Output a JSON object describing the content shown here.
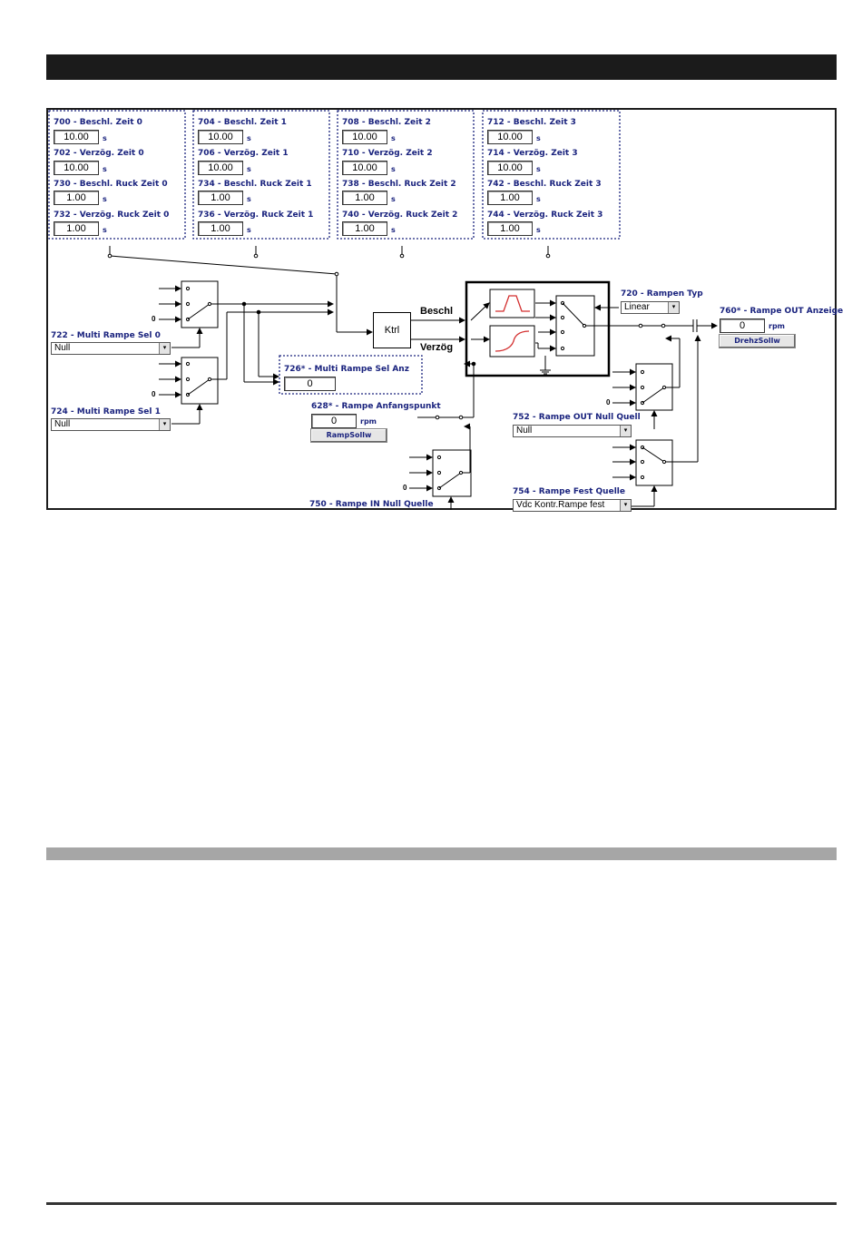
{
  "groups": [
    {
      "items": [
        {
          "label": "700 - Beschl. Zeit 0",
          "value": "10.00",
          "unit": "s"
        },
        {
          "label": "702 - Verzög. Zeit 0",
          "value": "10.00",
          "unit": "s"
        },
        {
          "label": "730 - Beschl. Ruck Zeit 0",
          "value": "1.00",
          "unit": "s"
        },
        {
          "label": "732 - Verzög. Ruck Zeit 0",
          "value": "1.00",
          "unit": "s"
        }
      ]
    },
    {
      "items": [
        {
          "label": "704 - Beschl. Zeit 1",
          "value": "10.00",
          "unit": "s"
        },
        {
          "label": "706 - Verzög. Zeit 1",
          "value": "10.00",
          "unit": "s"
        },
        {
          "label": "734 - Beschl. Ruck Zeit 1",
          "value": "1.00",
          "unit": "s"
        },
        {
          "label": "736 - Verzög. Ruck Zeit 1",
          "value": "1.00",
          "unit": "s"
        }
      ]
    },
    {
      "items": [
        {
          "label": "708 - Beschl. Zeit 2",
          "value": "10.00",
          "unit": "s"
        },
        {
          "label": "710 - Verzög. Zeit 2",
          "value": "10.00",
          "unit": "s"
        },
        {
          "label": "738 - Beschl. Ruck Zeit 2",
          "value": "1.00",
          "unit": "s"
        },
        {
          "label": "740 - Verzög. Ruck Zeit 2",
          "value": "1.00",
          "unit": "s"
        }
      ]
    },
    {
      "items": [
        {
          "label": "712 - Beschl. Zeit 3",
          "value": "10.00",
          "unit": "s"
        },
        {
          "label": "714 - Verzög. Zeit 3",
          "value": "10.00",
          "unit": "s"
        },
        {
          "label": "742 - Beschl. Ruck Zeit 3",
          "value": "1.00",
          "unit": "s"
        },
        {
          "label": "744 - Verzög. Ruck Zeit 3",
          "value": "1.00",
          "unit": "s"
        }
      ]
    }
  ],
  "multi_sel_0": {
    "label": "722 - Multi Rampe Sel 0",
    "value": "Null"
  },
  "multi_sel_1": {
    "label": "724 - Multi Rampe Sel 1",
    "value": "Null"
  },
  "multi_sel_anz": {
    "label": "726* - Multi Rampe Sel Anz",
    "value": "0"
  },
  "ktrl": {
    "label": "Ktrl"
  },
  "signals": {
    "beschl": "Beschl",
    "verzoeg": "Verzög"
  },
  "rampen_typ": {
    "label": "720 - Rampen Typ",
    "value": "Linear"
  },
  "out_anzeige": {
    "label": "760* - Rampe OUT Anzeige",
    "value": "0",
    "unit": "rpm",
    "button": "DrehzSollw"
  },
  "anfangspunkt": {
    "label": "628* - Rampe Anfangspunkt",
    "value": "0",
    "unit": "rpm",
    "button": "RampSollw"
  },
  "out_null_quelle": {
    "label": "752 - Rampe OUT Null Quell",
    "value": "Null"
  },
  "fest_quelle": {
    "label": "754 - Rampe Fest Quelle",
    "value": "Vdc Kontr.Rampe fest"
  },
  "in_null_quelle": {
    "label": "750 - Rampe IN Null Quelle"
  },
  "zero_marker": "0"
}
